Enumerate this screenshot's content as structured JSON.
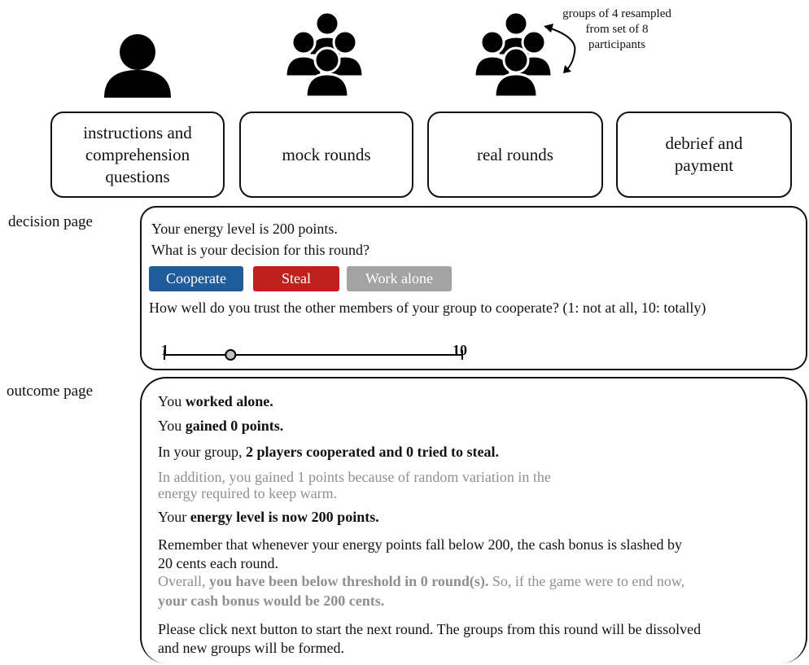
{
  "icons": [
    "person-icon",
    "group-icon",
    "group-icon",
    "curved-arrow-icon"
  ],
  "annotation": "groups of 4 resampled\nfrom set of 8\nparticipants",
  "stages": [
    "instructions and\ncomprehension\nquestions",
    "mock rounds",
    "real rounds",
    "debrief and\npayment"
  ],
  "decision": {
    "label": "decision page",
    "energy": "Your energy level is 200 points.",
    "question": "What is your decision for this round?",
    "buttons": {
      "cooperate": "Cooperate",
      "steal": "Steal",
      "alone": "Work alone"
    },
    "colors": {
      "cooperate": "#1f5c99",
      "steal": "#c0211f",
      "alone": "#a3a3a3"
    },
    "trust_question": "How well do you trust the other members of your group to cooperate? (1: not at all, 10: totally)",
    "slider": {
      "min_label": "1",
      "max_label": "10",
      "min": 1,
      "max": 10,
      "value": 3
    }
  },
  "outcome": {
    "label": "outcome page",
    "l1a": "You ",
    "l1b": "worked alone.",
    "l2a": "You ",
    "l2b": "gained 0 points.",
    "l3a": "In your group, ",
    "l3b": "2 players cooperated and 0 tried to steal.",
    "l4": "In addition, you gained 1 points because of random variation in the",
    "l5": "energy required to keep warm.",
    "l6a": "Your ",
    "l6b": "energy level is now 200 points.",
    "l7": "Remember that whenever your energy points fall below 200, the cash bonus is slashed by",
    "l8": "20 cents each round.",
    "l9a": "Overall, ",
    "l9b": "you have been below threshold in 0 round(s).",
    "l9c": " So, if the game were to end now,",
    "l10": "your cash bonus would be 200 cents.",
    "l11": "Please click next button to start the next round. The groups from this round will be dissolved",
    "l12": "and new groups will be formed."
  }
}
